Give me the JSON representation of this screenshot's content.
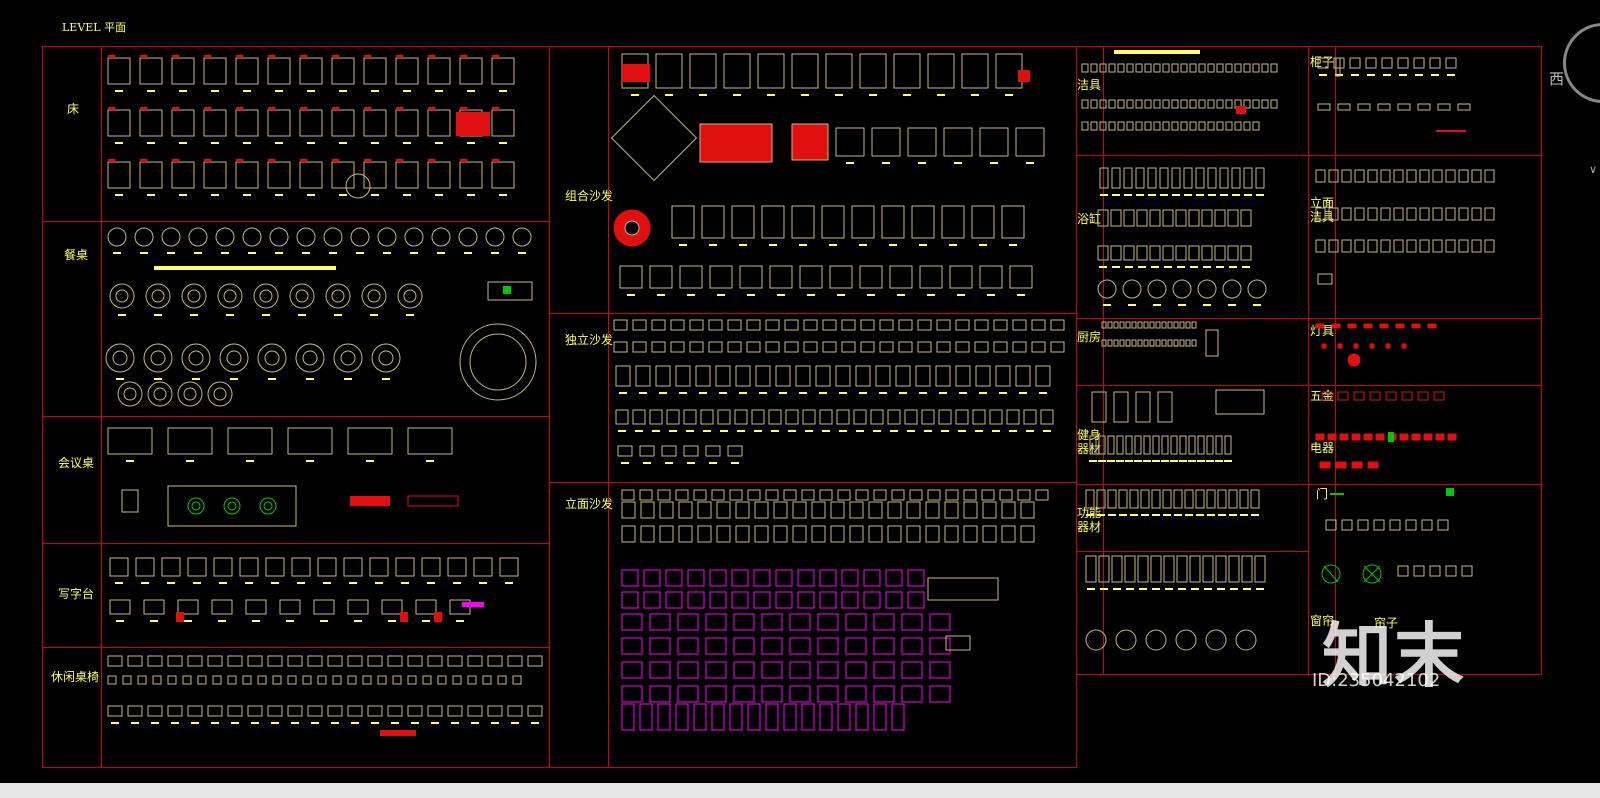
{
  "app": {
    "drawing_title": "LEVEL 平面",
    "view_cube_label": "西",
    "view_cube_dropdown": "∨"
  },
  "watermark": {
    "logo": "知末",
    "id": "ID:235042102"
  },
  "sections": {
    "bed": "床",
    "dining_table": "餐桌",
    "conference_table": "会议桌",
    "desk": "写字台",
    "leisure_chairs": "休闲桌椅",
    "combo_sofa": "组合沙发",
    "single_sofa": "独立沙发",
    "elevation_sofa": "立面沙发",
    "sanitary": "洁具",
    "bathtub": "浴缸",
    "kitchen": "厨房",
    "fitness": "健身器材",
    "function": "功能器材",
    "cabinet": "柜子",
    "elevation_sanitary": "立面洁具",
    "lamps": "灯具",
    "hardware": "五金",
    "appliance": "电器",
    "door": "门",
    "window": "窗帘",
    "curtain": "帘子"
  },
  "colors": {
    "background": "#000000",
    "frame": "#d20000",
    "label": "#ffff66",
    "symbol_line": "#c8b87a",
    "symbol_fill_red": "#e01010",
    "magenta": "#ff00ff",
    "green": "#00c800",
    "status_bar": "#e6e6e6"
  }
}
